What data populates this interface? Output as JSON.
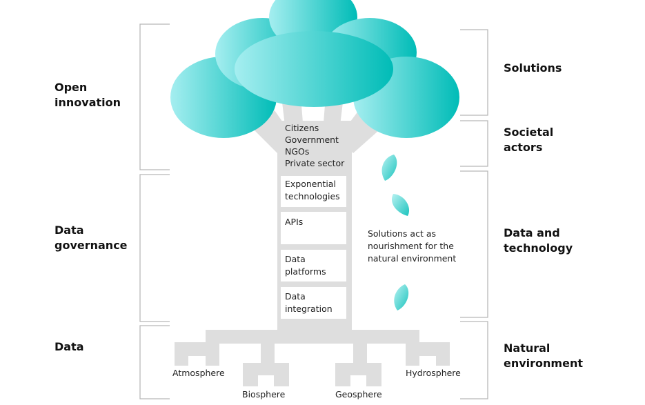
{
  "left_labels": {
    "open_innovation": "Open\ninnovation",
    "data_governance": "Data\ngovernance",
    "data": "Data"
  },
  "right_labels": {
    "solutions": "Solutions",
    "societal_actors": "Societal\nactors",
    "data_and_technology": "Data and\ntechnology",
    "natural_environment": "Natural\nenvironment"
  },
  "actors": "Citizens\nGovernment\nNGOs\nPrivate sector",
  "trunk_boxes": {
    "exponential": "Exponential\ntechnologies",
    "apis": "APIs",
    "platforms": "Data\nplatforms",
    "integration": "Data\nintegration"
  },
  "nourishment_note": "Solutions act as\nnourishment for the\nnatural environment",
  "roots": {
    "atmosphere": "Atmosphere",
    "biosphere": "Biosphere",
    "geosphere": "Geosphere",
    "hydrosphere": "Hydrosphere"
  },
  "colors": {
    "trunk": "#dedede",
    "canopy_light": "#a5eef0",
    "canopy_dark": "#00bcb7",
    "bracket": "#b8b8b8"
  }
}
